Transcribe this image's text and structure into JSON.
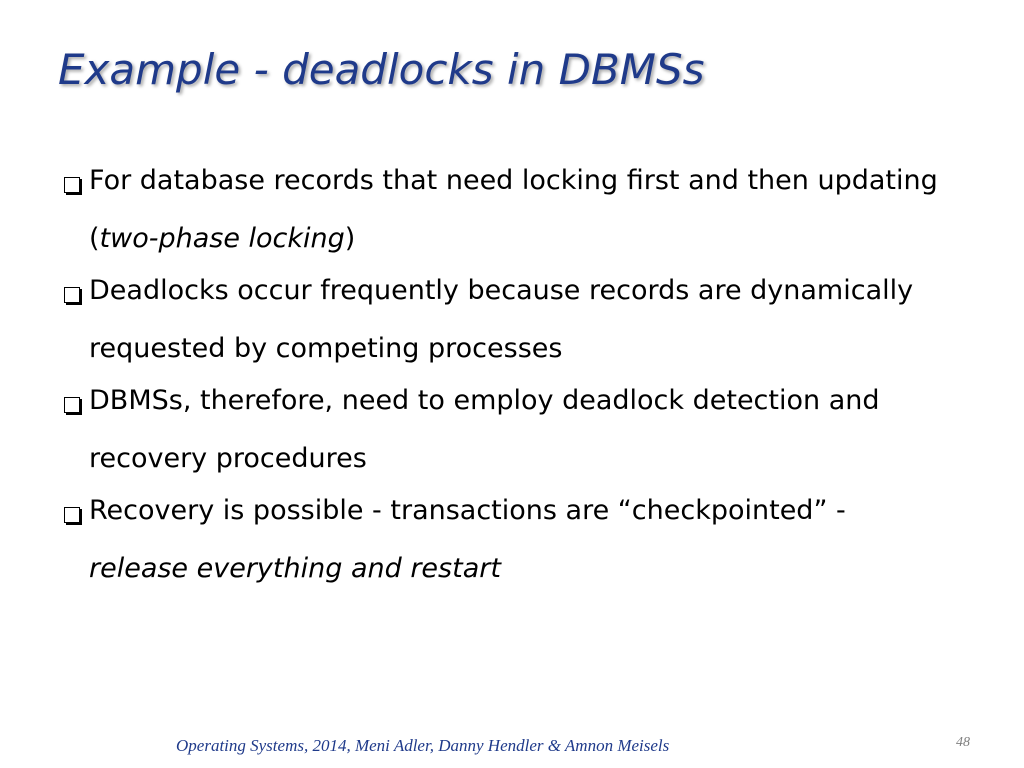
{
  "slide": {
    "title": "Example - deadlocks in DBMSs",
    "bullets": [
      {
        "parts": [
          {
            "text": "For database records that need locking first and then updating (",
            "italic": false
          },
          {
            "text": "two-phase locking",
            "italic": true
          },
          {
            "text": ")",
            "italic": false
          }
        ]
      },
      {
        "parts": [
          {
            "text": "Deadlocks occur frequently because records are dynamically requested by competing processes",
            "italic": false
          }
        ]
      },
      {
        "parts": [
          {
            "text": "DBMSs, therefore, need to employ deadlock detection and recovery procedures",
            "italic": false
          }
        ]
      },
      {
        "parts": [
          {
            "text": "Recovery is possible - transactions are “checkpointed” - ",
            "italic": false
          },
          {
            "text": "release everything and restart",
            "italic": true
          }
        ]
      }
    ],
    "footer": "Operating Systems, 2014, Meni Adler, Danny Hendler & Amnon Meisels",
    "page_number": "48"
  },
  "colors": {
    "title": "#1f3a8a",
    "footer": "#1f3a8a",
    "page_number": "#7f7f7f",
    "body_text": "#000000"
  },
  "icons": {
    "bullet": "checkbox-bullet-icon"
  }
}
